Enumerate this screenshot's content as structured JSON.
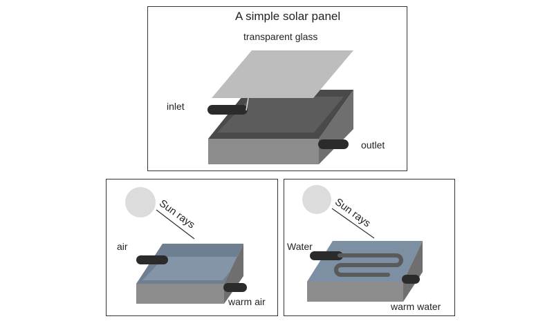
{
  "title": "A simple solar panel",
  "top_panel": {
    "glass_label": "transparent glass",
    "inlet_label": "inlet",
    "outlet_label": "outlet"
  },
  "air_panel": {
    "sun_rays_label": "Sun rays",
    "in_label": "air",
    "out_label": "warm air"
  },
  "water_panel": {
    "sun_rays_label": "Sun rays",
    "in_label": "Water",
    "out_label": "warm water"
  },
  "colors": {
    "glass": "#bdbdbd",
    "box_front": "#8c8c8c",
    "box_side": "#6f6f6f",
    "box_inner": "#4a4a4a",
    "pipe": "#2b2b2b",
    "water_fill": "#7d8fa3",
    "sun": "#dcdcdc"
  }
}
